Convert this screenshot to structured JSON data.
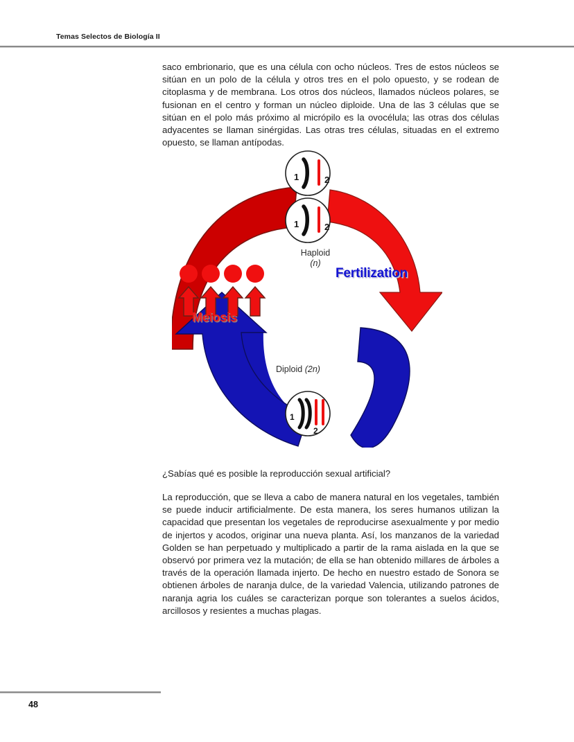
{
  "header": {
    "running_title": "Temas Selectos de Biología II"
  },
  "body": {
    "para_intro": "saco embrionario, que es una célula con ocho núcleos. Tres de estos núcleos se sitúan en un polo de la célula y otros tres en el polo opuesto, y se rodean de citoplasma y de membrana. Los otros dos núcleos, llamados núcleos polares, se fusionan en el centro y forman un núcleo diploide. Una de las 3 células que se sitúan en el polo más próximo al micrópilo es la ovocélula; las otras dos células adyacentes se llaman sinérgidas. Las otras tres células, situadas en el extremo opuesto, se llaman antípodas.",
    "para_question": "¿Sabías qué es posible la reproducción sexual artificial?",
    "para_repro": "La reproducción, que se lleva a cabo de manera natural en los vegetales, también se puede inducir artificialmente. De esta manera, los seres humanos utilizan la capacidad que presentan los vegetales de reproducirse asexualmente y por medio de injertos y acodos, originar una nueva planta. Así, los manzanos de la variedad Golden se han perpetuado y multiplicado a partir de la rama aislada en la que se observó por primera vez la mutación; de ella se han obtenido millares de árboles a través de la operación llamada injerto. De hecho en nuestro estado de Sonora se obtienen árboles de naranja dulce, de la variedad Valencia, utilizando patrones de naranja agria los cuáles se caracterizan porque son tolerantes a suelos ácidos, arcillosos y resientes a muchas plagas."
  },
  "figure": {
    "alt_name": "life-cycle-alternation-of-generations",
    "labels": {
      "haploid": "Haploid",
      "haploid_n": "(n)",
      "diploid": "Diploid",
      "diploid_2n": "(2n)",
      "fertilization": "Fertilization",
      "meiosis": "Meiosis"
    },
    "chromosome_numbers": {
      "first": "1",
      "second": "2"
    },
    "colors": {
      "meiosis_arc": "#CC0000",
      "fertilization_arc": "#E31010",
      "fertilization_text": "#1414D2",
      "meiosis_text": "#EF1B1B",
      "blue_arc": "#1414B4",
      "chromosome_black": "#101010",
      "chromosome_red": "#EE1111"
    },
    "haploid_cells": 2,
    "meiosis_products": 4
  },
  "footer": {
    "page_number": "48"
  }
}
